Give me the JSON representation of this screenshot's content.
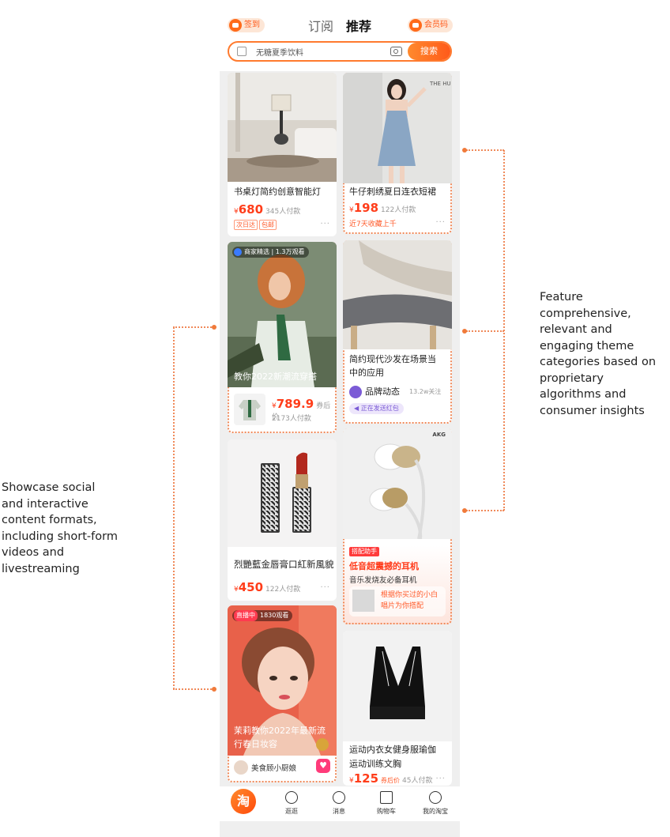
{
  "header": {
    "checkin_label": "签到",
    "tab_subscribe": "订阅",
    "tab_recommend": "推荐",
    "member_code_label": "会员码",
    "search_placeholder": "无糖夏季饮料",
    "search_button": "搜索"
  },
  "cards": {
    "lamp": {
      "title": "书桌灯简约创意智能灯",
      "currency": "¥",
      "price": "680",
      "sold": "345人付款",
      "tags": [
        "次日达",
        "包邮"
      ],
      "more": "···"
    },
    "dress": {
      "title": "牛仔刺绣夏日连衣短裙",
      "currency": "¥",
      "price": "198",
      "sold": "122人付款",
      "note": "近7天收藏上千",
      "more": "···",
      "image_text": "THE HU"
    },
    "fashion_video": {
      "badge": "商家精选 | 1.3万观看",
      "overlay": "教你2022新潮流穿搭",
      "currency": "¥",
      "price": "789.9",
      "price_note": "券后价",
      "sold": "2173人付款"
    },
    "sofa": {
      "title_line1": "简约现代沙发在场景当",
      "title_line2": "中的应用",
      "brand": "品牌动态",
      "followers": "13.2w关注",
      "red_packet": "正在发送红包"
    },
    "lipstick": {
      "title": "烈艷藍金唇膏口紅新風貌",
      "currency": "¥",
      "price": "450",
      "sold": "122人付款",
      "more": "···"
    },
    "earphone": {
      "brand_mark": "AKG",
      "tag": "搭配助手",
      "title": "低音超震撼的耳机",
      "subtitle": "音乐发烧友必备耳机",
      "match_line1": "根据你买过的小白",
      "match_line2": "唱片为你搭配"
    },
    "live": {
      "badge": "直播中",
      "viewers": "1830观看",
      "overlay_line1": "茉莉教你2022年最新流",
      "overlay_line2": "行春日妆容",
      "host": "美食顾小厨娘"
    },
    "sports": {
      "title_line1": "运动内衣女健身服瑜伽",
      "title_line2": "运动训练文胸",
      "currency": "¥",
      "price": "125",
      "price_note": "券后价",
      "sold": "45人付款",
      "more": "···"
    }
  },
  "bottom_nav": {
    "home_glyph": "淘",
    "items": [
      "逛逛",
      "消息",
      "购物车",
      "我的淘宝"
    ]
  },
  "annotations": {
    "right": [
      "Feature",
      "comprehensive,",
      "relevant and",
      "engaging theme",
      "categories based on",
      "proprietary",
      "algorithms and",
      "consumer insights"
    ],
    "left": [
      "Showcase social",
      "and interactive",
      "content formats,",
      "including short-form",
      "videos and",
      "livestreaming"
    ]
  },
  "colors": {
    "accent": "#ff5a1a",
    "dotted_highlight": "#f08a5a",
    "price_red": "#ff3d1a"
  }
}
